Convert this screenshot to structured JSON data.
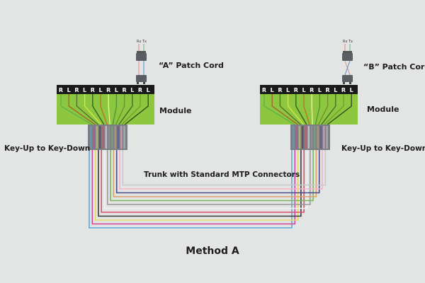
{
  "title": "Method A",
  "trunk_label": "Trunk with Standard MTP Connectors",
  "left": {
    "patch_cord_label": "“A” Patch Cord",
    "patch_cord_type": "straight",
    "port_labels": [
      "Rx",
      "Tx"
    ],
    "module_label": "Module",
    "key_label": "Key-Up to Key-Down",
    "ports": [
      "R",
      "L",
      "R",
      "L",
      "R",
      "L",
      "R",
      "L",
      "R",
      "L",
      "R",
      "L"
    ]
  },
  "right": {
    "patch_cord_label": "“B” Patch Cord",
    "patch_cord_type": "crossed",
    "port_labels": [
      "Rx",
      "Tx"
    ],
    "module_label": "Module",
    "key_label": "Key-Up to Key-Down",
    "ports": [
      "R",
      "L",
      "R",
      "L",
      "R",
      "L",
      "R",
      "L",
      "R",
      "L",
      "R",
      "L"
    ]
  },
  "colors": {
    "module_green": "#8dc63f",
    "port_bar": "#1a1a1a",
    "connector": "#7a7f86",
    "fibers": [
      "#5aa9d6",
      "#d2469a",
      "#e6d86a",
      "#3a3a3a",
      "#d9506a",
      "#f2f2f2",
      "#9a9a9a",
      "#7ab55c",
      "#d9a06a",
      "#4a4a8a",
      "#f6b5c8",
      "#c9c9c9"
    ]
  },
  "fiber_names": [
    "blue",
    "magenta",
    "yellow",
    "black",
    "red",
    "white",
    "gray",
    "green",
    "orange",
    "violet",
    "rose",
    "aqua"
  ]
}
